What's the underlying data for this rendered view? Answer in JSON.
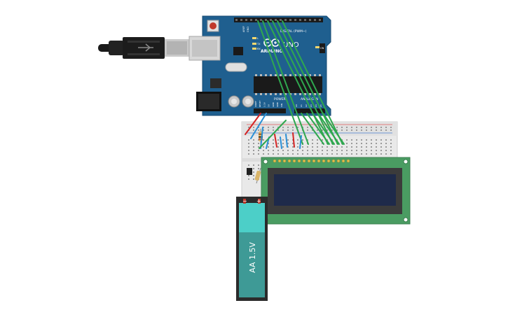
{
  "arduino": {
    "logo_text": "ARDUINO",
    "model": "UNO",
    "digital_label": "DIGITAL (PWM~)",
    "power_label": "POWER",
    "analog_label": "ANALOG IN",
    "aref_label": "AREF",
    "gnd_label": "GND",
    "on_label": "ON",
    "l_label": "L",
    "tx_label": "TX",
    "rx_label": "RX",
    "power_pins": [
      "IOREF",
      "RESET",
      "3.3V",
      "5V",
      "GND",
      "GND",
      "VIN"
    ],
    "analog_pins": [
      "A0",
      "A1",
      "A2",
      "A3",
      "A4",
      "A5"
    ]
  },
  "battery": {
    "label": "AA 1.5V",
    "minus": "−",
    "plus": "+"
  },
  "colors": {
    "board": "#1f5f8f",
    "board_dark": "#174a70",
    "lcd_pcb": "#4a9c62",
    "lcd_screen": "#1e2a4a",
    "wire_green": "#2fa84f",
    "wire_red": "#d52424",
    "wire_blue": "#2a8fd6",
    "battery_body": "#3e9a96",
    "battery_cap": "#4ccfc8",
    "breadboard": "#e9e9e9"
  }
}
